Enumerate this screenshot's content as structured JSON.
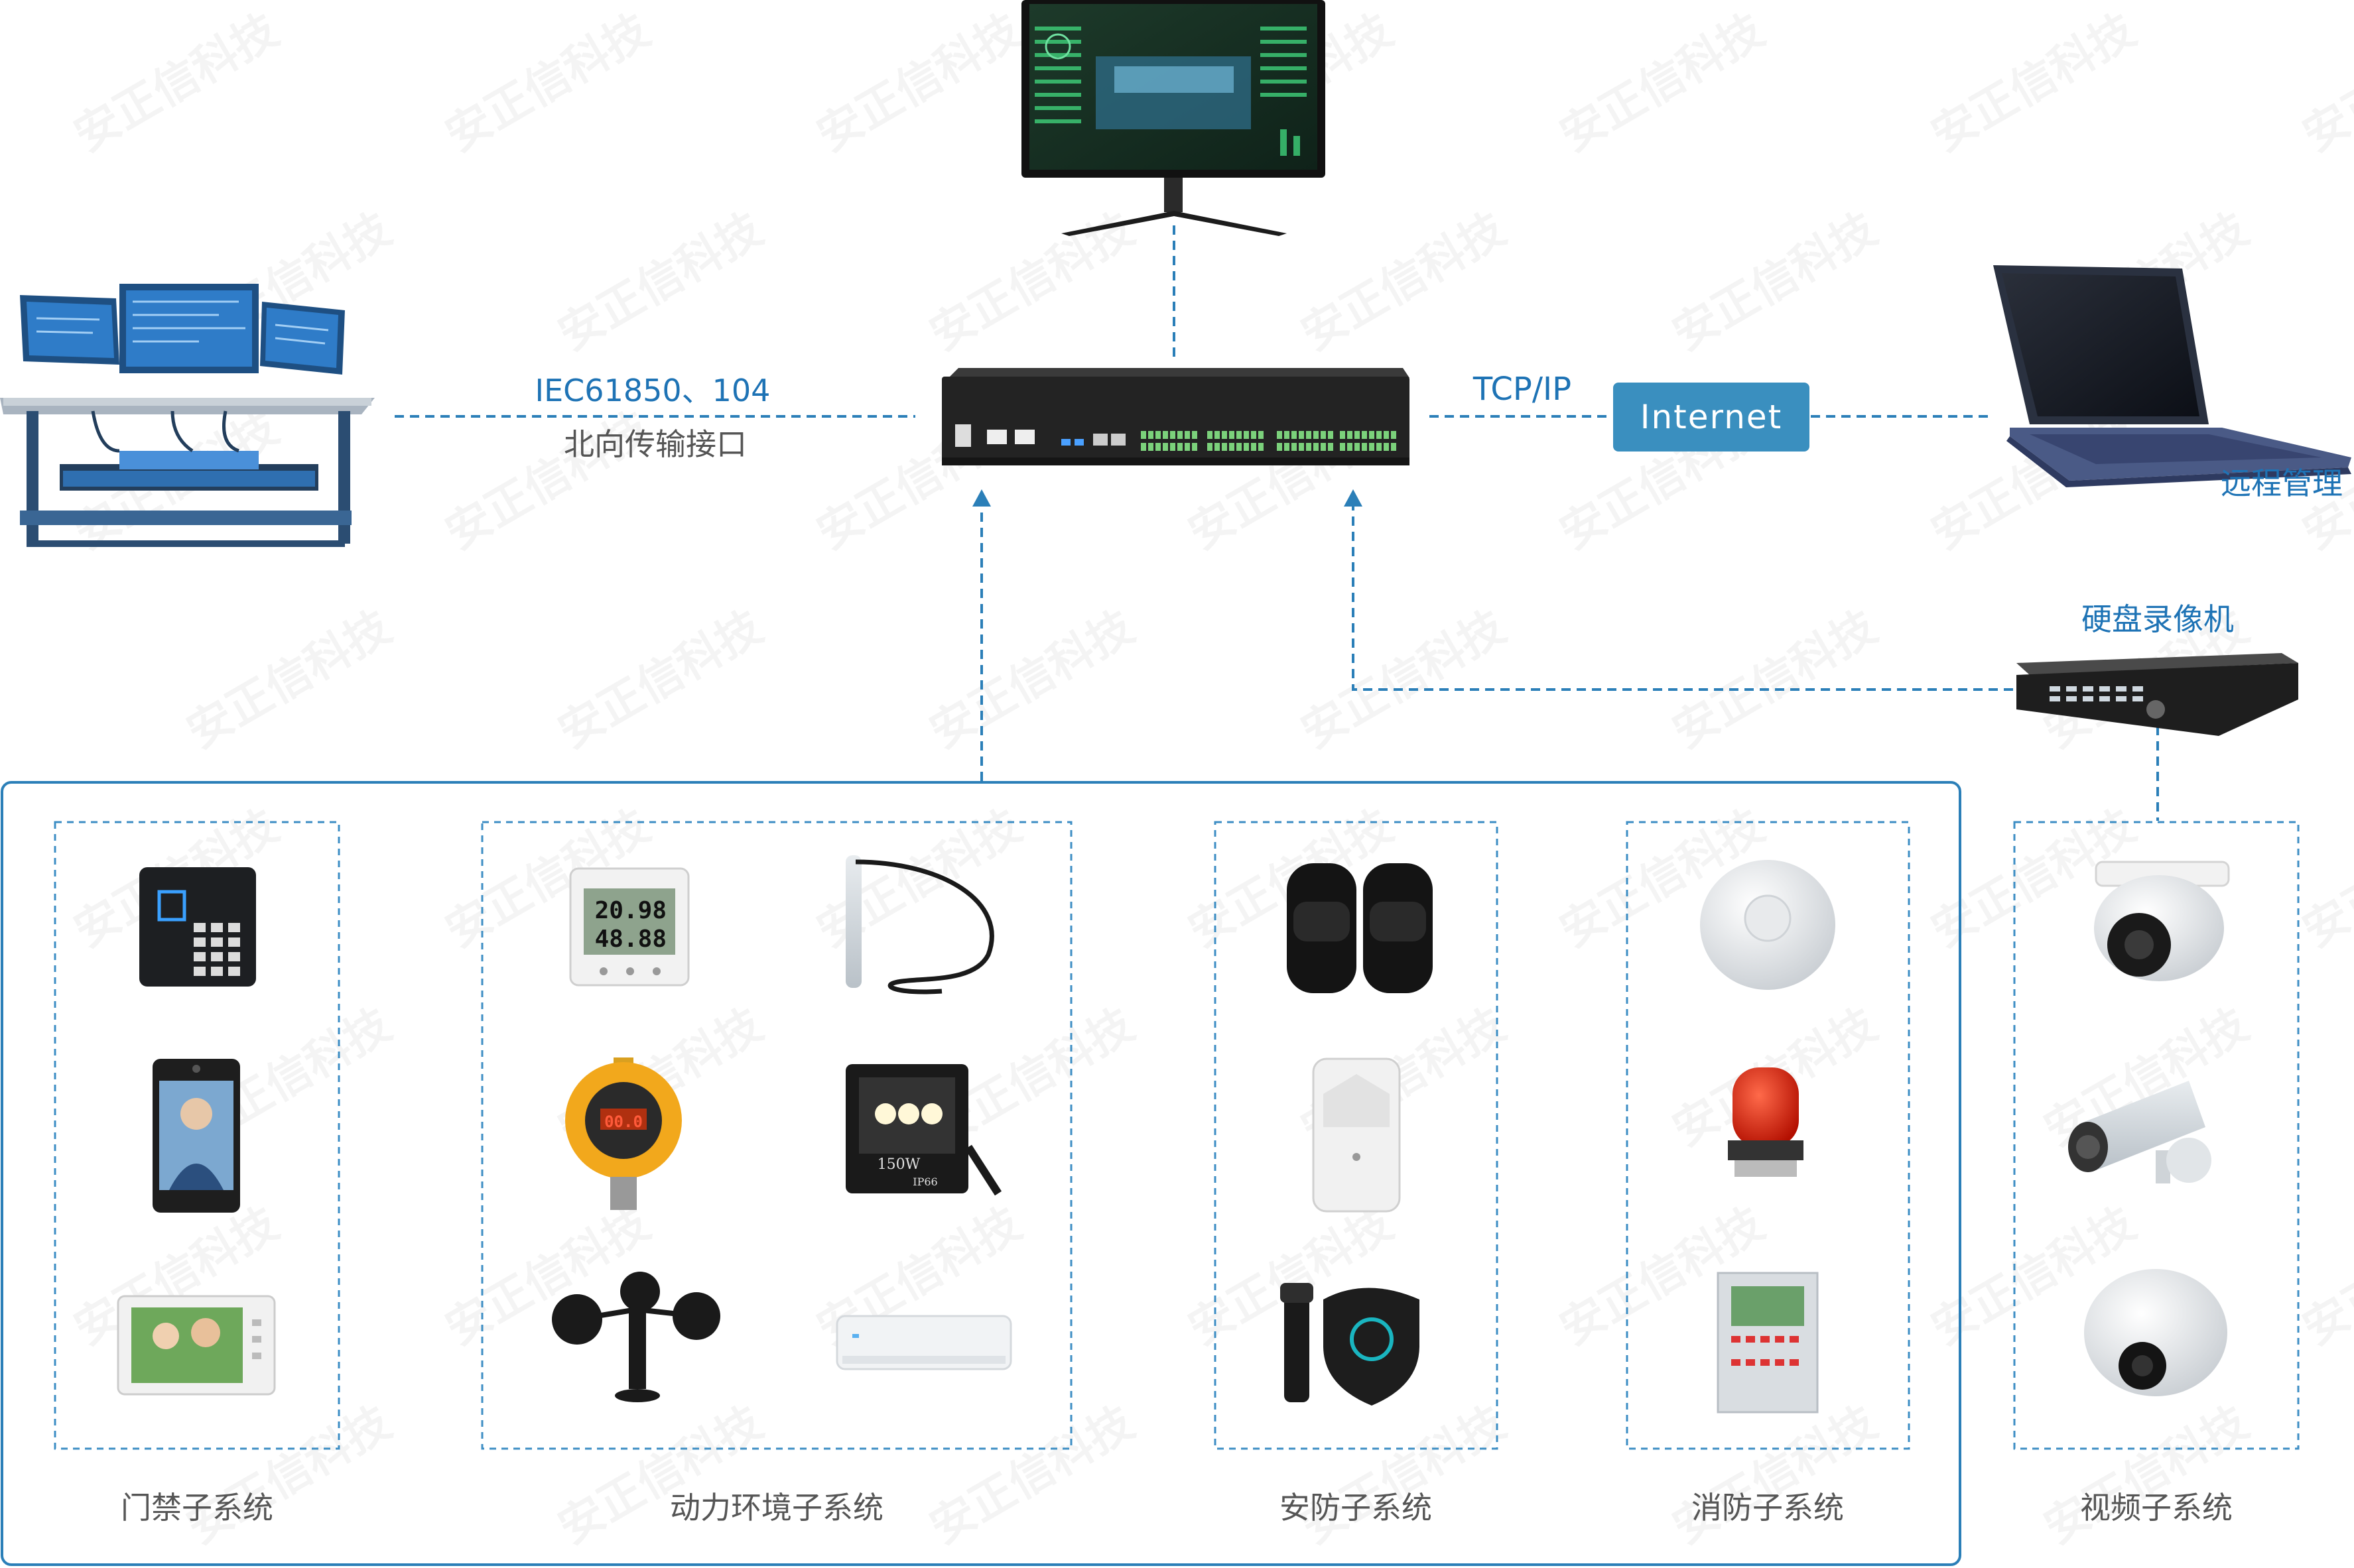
{
  "labels": {
    "protocol": "IEC61850、104",
    "north_interface": "北向传输接口",
    "tcpip": "TCP/IP",
    "internet": "Internet",
    "remote": "远程管理",
    "nvr": "硬盘录像机"
  },
  "subsystems": {
    "access": "门禁子系统",
    "power_env": "动力环境子系统",
    "security": "安防子系统",
    "fire": "消防子系统",
    "video": "视频子系统"
  },
  "device_marks": {
    "temp_reading": "20.98",
    "humidity_reading": "48.88",
    "lamp_power": "150W",
    "lamp_rating": "IP66",
    "gas_reading": "00.0"
  },
  "watermark": "安正信科技",
  "colors": {
    "line_blue": "#2b7fb8",
    "text_blue": "#1e73b5",
    "internet_fill": "#3a8fbf",
    "label_gray": "#555555"
  }
}
